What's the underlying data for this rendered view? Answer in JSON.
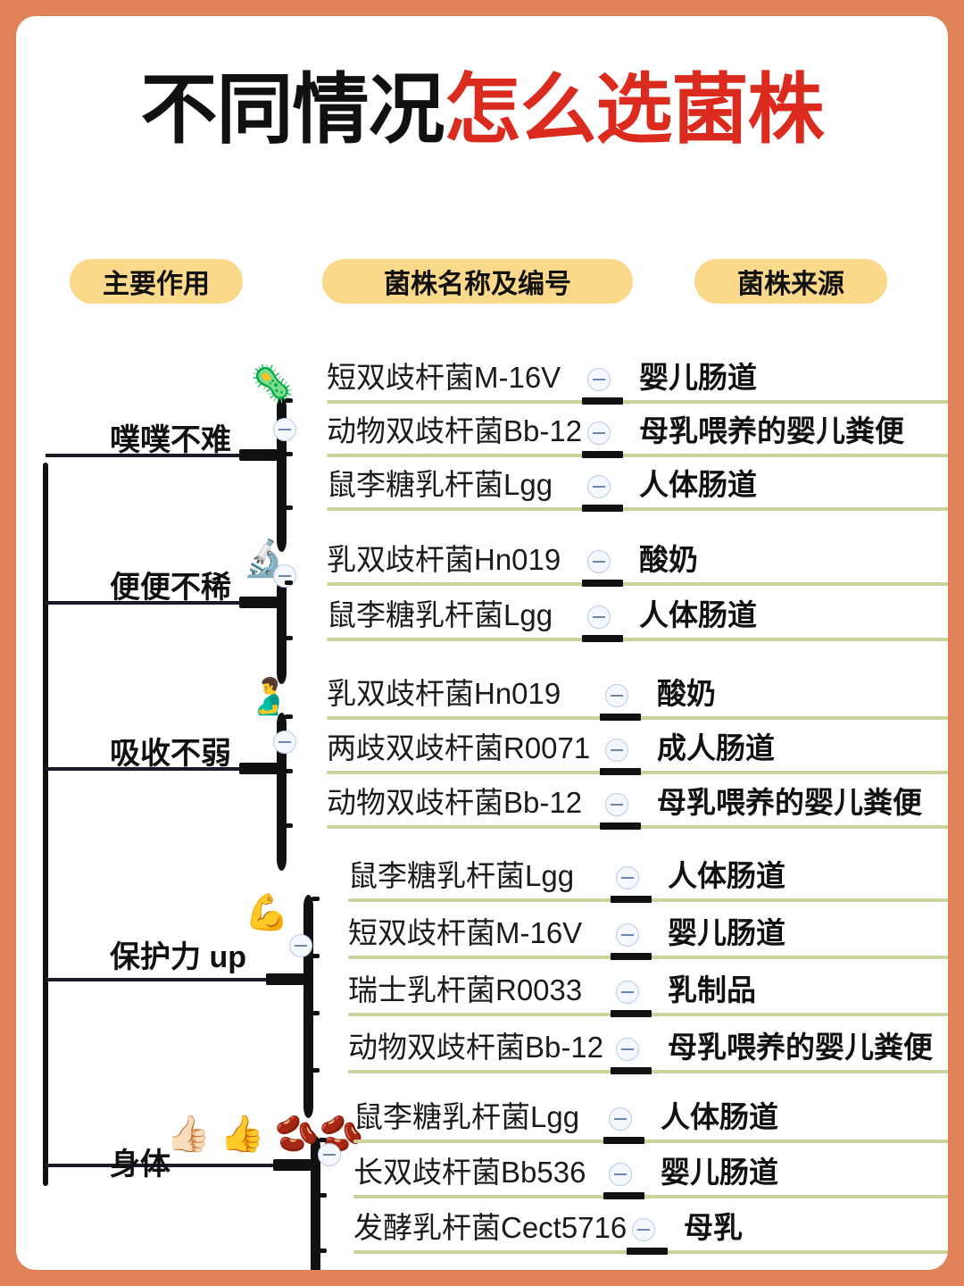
{
  "theme": {
    "border_color": "#E08257",
    "pill_color": "#FBD98A",
    "underline_color": "#CBD39A",
    "title_black": "#111111",
    "title_red": "#DA2B1E"
  },
  "title": {
    "black_part": "不同情况",
    "red_part": "怎么选菌株"
  },
  "columns": [
    {
      "label": "主要作用"
    },
    {
      "label": "菌株名称及编号"
    },
    {
      "label": "菌株来源"
    }
  ],
  "groups": [
    {
      "label": "噗噗不难",
      "emoji": "🦠",
      "icon_name": "intestine-bacteria-icon",
      "rows": [
        {
          "name": "短双歧杆菌M-16V",
          "source": "婴儿肠道"
        },
        {
          "name": "动物双歧杆菌Bb-12",
          "source": "母乳喂养的婴儿粪便"
        },
        {
          "name": "鼠李糖乳杆菌Lgg",
          "source": "人体肠道"
        }
      ]
    },
    {
      "label": "便便不稀",
      "emoji": "🔬",
      "icon_name": "magnifier-bacteria-icon",
      "rows": [
        {
          "name": "乳双歧杆菌Hn019",
          "source": "酸奶"
        },
        {
          "name": "鼠李糖乳杆菌Lgg",
          "source": "人体肠道"
        }
      ]
    },
    {
      "label": "吸收不弱",
      "emoji": "🫃",
      "icon_name": "stomach-icon",
      "rows": [
        {
          "name": "乳双歧杆菌Hn019",
          "source": "酸奶"
        },
        {
          "name": "两歧双歧杆菌R0071",
          "source": "成人肠道"
        },
        {
          "name": "动物双歧杆菌Bb-12",
          "source": "母乳喂养的婴儿粪便"
        }
      ]
    },
    {
      "label": "保护力 up",
      "emoji": "💪",
      "icon_name": "flex-muscle-icon",
      "rows": [
        {
          "name": "鼠李糖乳杆菌Lgg",
          "source": "人体肠道"
        },
        {
          "name": "短双歧杆菌M-16V",
          "source": "婴儿肠道"
        },
        {
          "name": "瑞士乳杆菌R0033",
          "source": "乳制品"
        },
        {
          "name": "动物双歧杆菌Bb-12",
          "source": "母乳喂养的婴儿粪便"
        }
      ]
    },
    {
      "label": "身体",
      "emoji": "👍🏻 👍 🫘🫘",
      "icon_name": "thumbs-up-kidney-icon",
      "rows": [
        {
          "name": "鼠李糖乳杆菌Lgg",
          "source": "人体肠道"
        },
        {
          "name": "长双歧杆菌Bb536",
          "source": "婴儿肠道"
        },
        {
          "name": "发酵乳杆菌Cect5716",
          "source": "母乳"
        }
      ]
    }
  ]
}
